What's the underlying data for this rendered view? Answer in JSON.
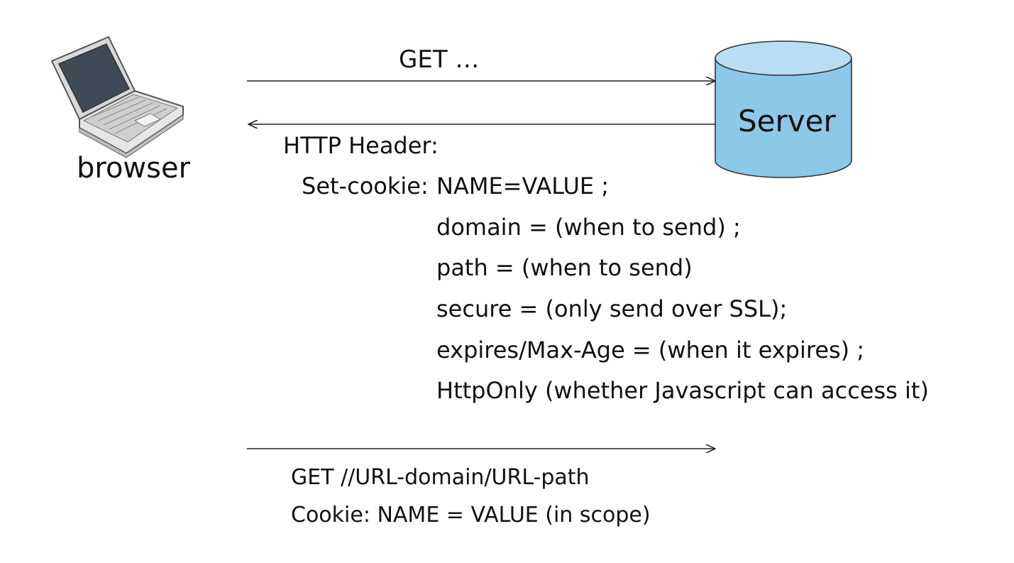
{
  "request1": {
    "label": "GET …"
  },
  "client": {
    "label": "browser"
  },
  "server": {
    "label": "Server"
  },
  "response": {
    "header_label": "HTTP Header:",
    "set_cookie_label": "Set-cookie:",
    "set_cookie_value": "NAME=VALUE ;",
    "attributes": [
      "domain = (when to send) ;",
      "path = (when to send)",
      "secure = (only send over SSL);",
      "expires/Max-Age = (when it expires) ;",
      "HttpOnly (whether Javascript can access it)"
    ]
  },
  "request2": {
    "get_line": "GET  //URL-domain/URL-path",
    "cookie_line": "Cookie:  NAME = VALUE (in scope)"
  },
  "colors": {
    "server_fill": "#8ec8e8",
    "server_top": "#b7def2",
    "line": "#222222"
  }
}
